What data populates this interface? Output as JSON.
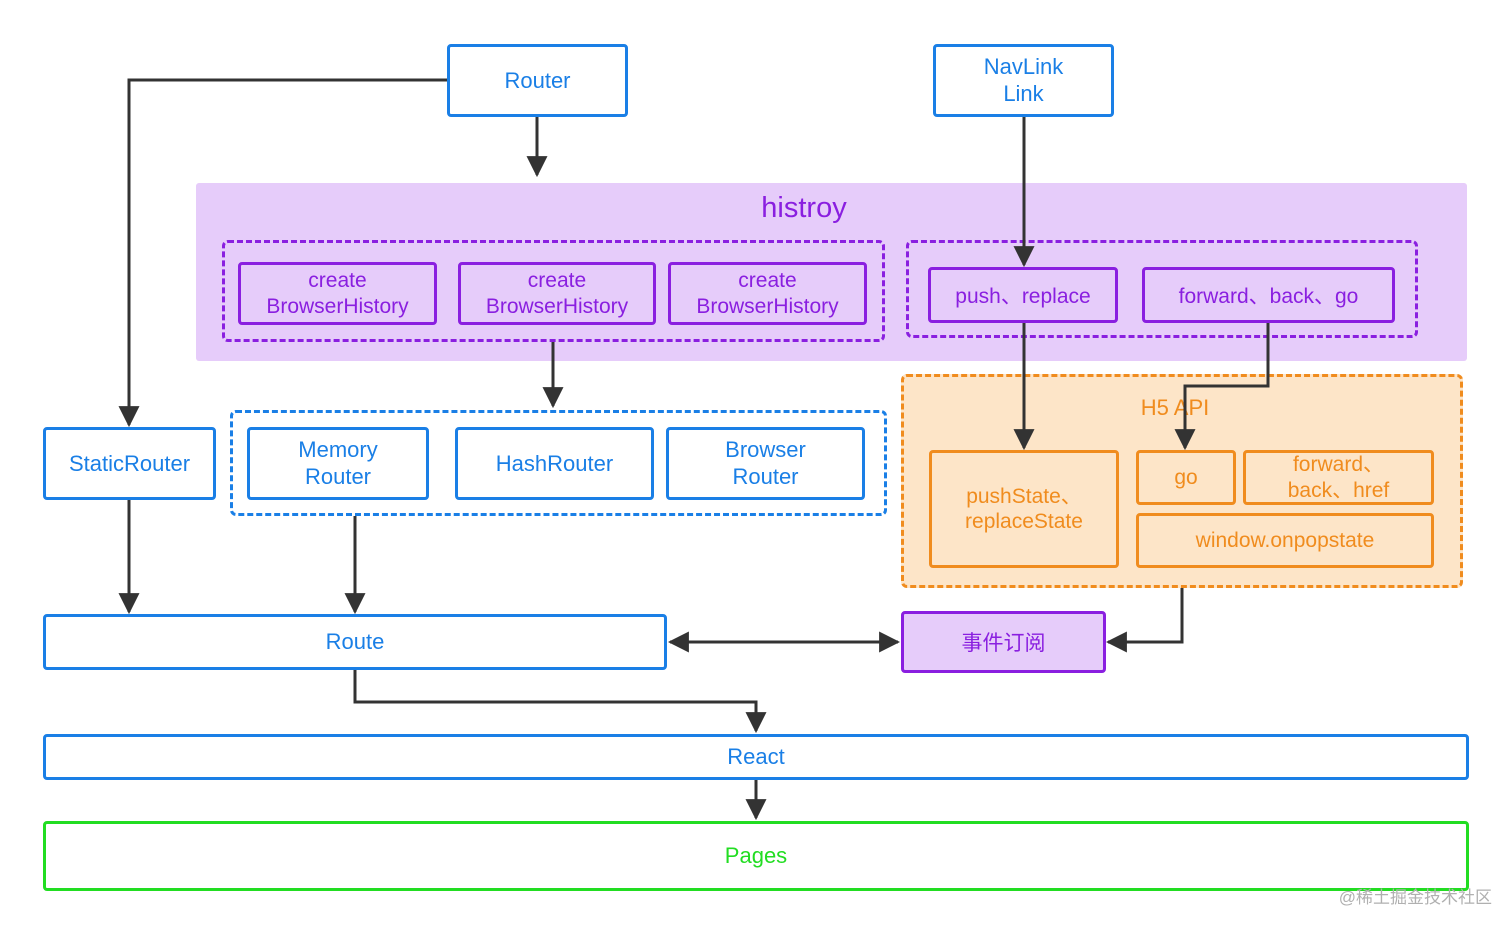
{
  "nodes": {
    "router": "Router",
    "navlink": "NavLink\nLink",
    "histroy_title": "histroy",
    "create_history_1": "create\nBrowserHistory",
    "create_history_2": "create\nBrowserHistory",
    "create_history_3": "create\nBrowserHistory",
    "push_replace": "push、replace",
    "forward_back_go": "forward、back、go",
    "static_router": "StaticRouter",
    "memory_router": "Memory\nRouter",
    "hash_router": "HashRouter",
    "browser_router": "Browser\nRouter",
    "h5_api_title": "H5 API",
    "push_state": "pushState、\nreplaceState",
    "go": "go",
    "forward_back_href": "forward、\nback、href",
    "window_onpopstate": "window.onpopstate",
    "route": "Route",
    "event_subscribe": "事件订阅",
    "react": "React",
    "pages": "Pages"
  },
  "watermark": "@稀土掘金技术社区",
  "colors": {
    "blue": "#1a7fe6",
    "purple": "#8a1fe0",
    "orange": "#f08c1e",
    "green": "#22dd22",
    "histroy_bg": "#e6ccfa",
    "h5_bg": "#fde5c8",
    "arrow": "#333333"
  }
}
